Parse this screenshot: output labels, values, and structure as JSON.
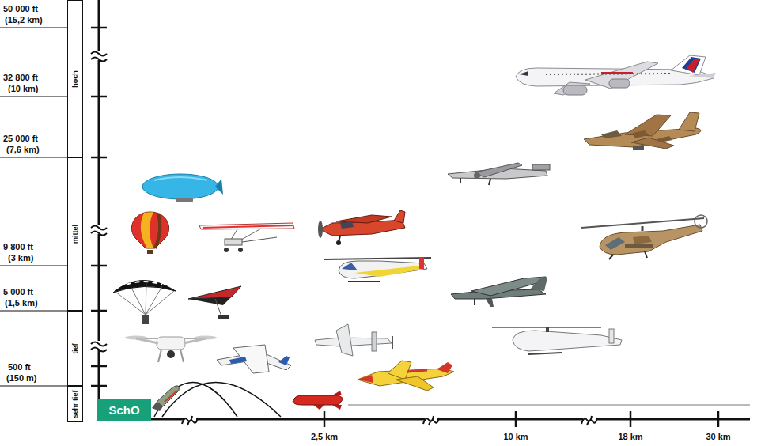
{
  "diagram": {
    "nodes": [
      {
        "text": [
          "hoch"
        ]
      },
      {
        "text": [
          "mittel"
        ]
      },
      {
        "text": [
          "tief"
        ]
      },
      {
        "text": [
          "sehr tief"
        ]
      },
      {
        "text": [
          "SchO"
        ]
      }
    ],
    "labels": [
      "50 000 ft",
      "(15,2 km)",
      "32 800 ft",
      "(10 km)",
      "25 000 ft",
      "(7,6 km)",
      "9 800 ft",
      "(3 km)",
      "5 000 ft",
      "(1,5 km)",
      "500 ft",
      "(150 m)",
      "2,5 km",
      "10 km",
      "18 km",
      "30 km"
    ]
  }
}
